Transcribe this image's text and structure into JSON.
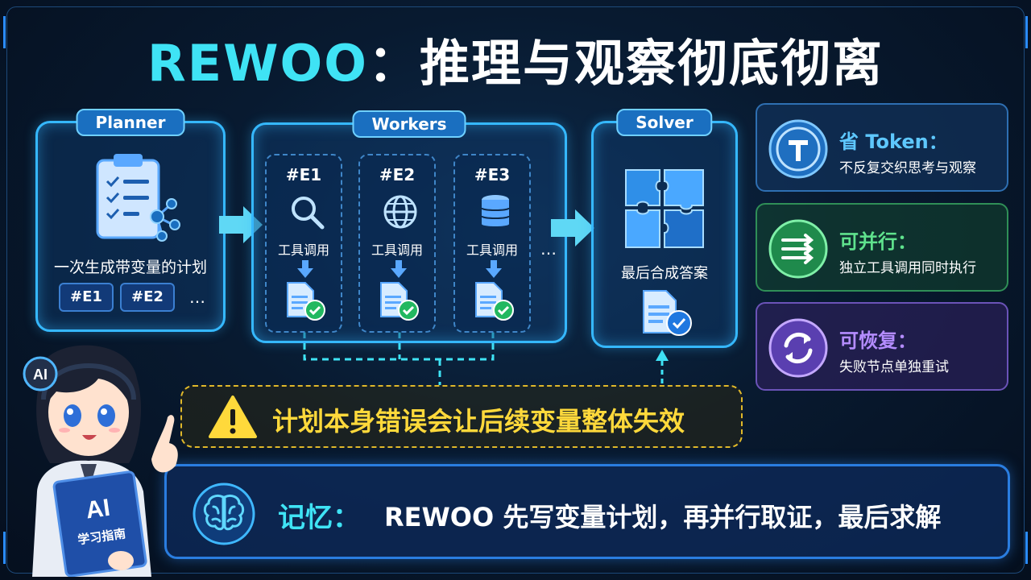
{
  "title": {
    "accent": "REWOO",
    "rest": "：推理与观察彻底彻离"
  },
  "planner": {
    "tag": "Planner",
    "label": "一次生成带变量的计划",
    "chips": [
      "#E1",
      "#E2"
    ],
    "more": "…"
  },
  "workers": {
    "tag": "Workers",
    "items": [
      {
        "id": "#E1",
        "label": "工具调用",
        "icon": "search-icon"
      },
      {
        "id": "#E2",
        "label": "工具调用",
        "icon": "globe-icon"
      },
      {
        "id": "#E3",
        "label": "工具调用",
        "icon": "database-icon"
      }
    ],
    "more": "…"
  },
  "solver": {
    "tag": "Solver",
    "label": "最后合成答案"
  },
  "features": [
    {
      "title": "省 Token：",
      "subtitle": "不反复交织思考与观察",
      "icon": "token-icon",
      "color": "#5ec8ff"
    },
    {
      "title": "可并行：",
      "subtitle": "独立工具调用同时执行",
      "icon": "parallel-arrows-icon",
      "color": "#5fe28d"
    },
    {
      "title": "可恢复：",
      "subtitle": "失败节点单独重试",
      "icon": "refresh-icon",
      "color": "#b48cff"
    }
  ],
  "warning": {
    "text": "计划本身错误会让后续变量整体失效"
  },
  "memory": {
    "label": "记忆：",
    "text": "REWOO 先写变量计划，再并行取证，最后求解"
  },
  "mascot": {
    "badge": "AI",
    "book_title": "AI",
    "book_subtitle": "学习指南"
  }
}
